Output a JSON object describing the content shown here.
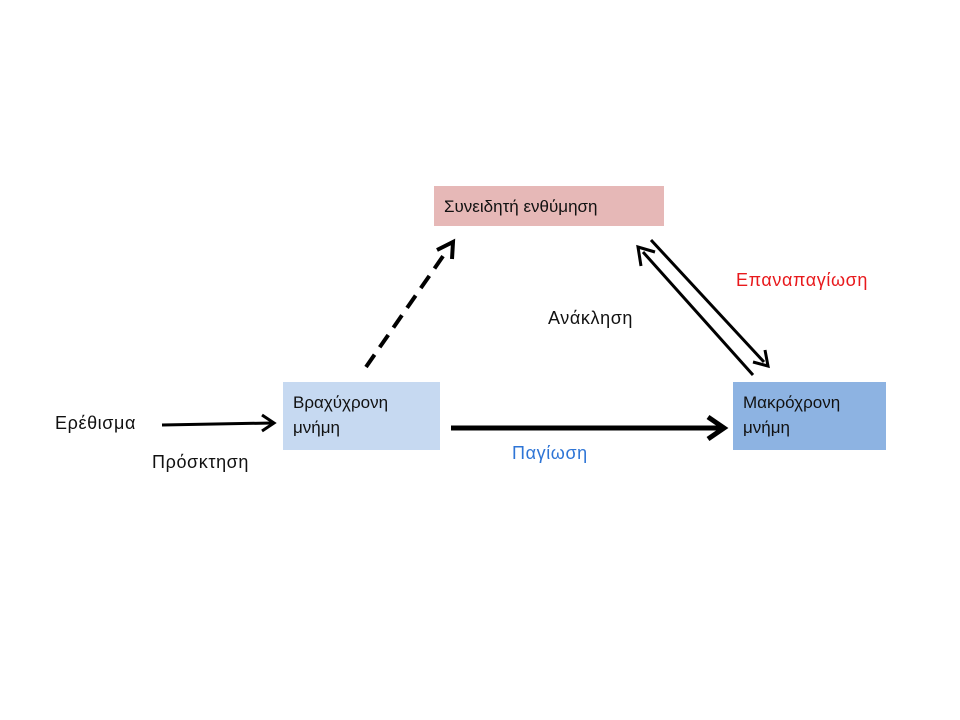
{
  "nodes": {
    "conscious_recall": {
      "label": "Συνειδητή ενθύμηση",
      "color": "#e6b8b7"
    },
    "short_term_memory": {
      "line1": "Βραχύχρονη",
      "line2": "μνήμη",
      "color": "#c6d9f1"
    },
    "long_term_memory": {
      "line1": "Μακρόχρονη",
      "line2": "μνήμη",
      "color": "#8db3e2"
    }
  },
  "edge_labels": {
    "stimulus": {
      "text": "Ερέθισμα",
      "color": "#111111"
    },
    "acquisition": {
      "text": "Πρόσκτηση",
      "color": "#111111"
    },
    "retrieval": {
      "text": "Ανάκληση",
      "color": "#111111"
    },
    "consolidation": {
      "text": "Παγίωση",
      "color": "#2e75d6"
    },
    "reconsolidation": {
      "text": "Επαναπαγίωση",
      "color": "#e8191c"
    }
  },
  "edges": [
    {
      "from": "stimulus",
      "to": "short_term_memory",
      "style": "solid"
    },
    {
      "from": "short_term_memory",
      "to": "long_term_memory",
      "style": "solid"
    },
    {
      "from": "short_term_memory",
      "to": "conscious_recall",
      "style": "dashed"
    },
    {
      "from": "long_term_memory",
      "to": "conscious_recall",
      "style": "solid"
    },
    {
      "from": "conscious_recall",
      "to": "long_term_memory",
      "style": "solid"
    }
  ]
}
